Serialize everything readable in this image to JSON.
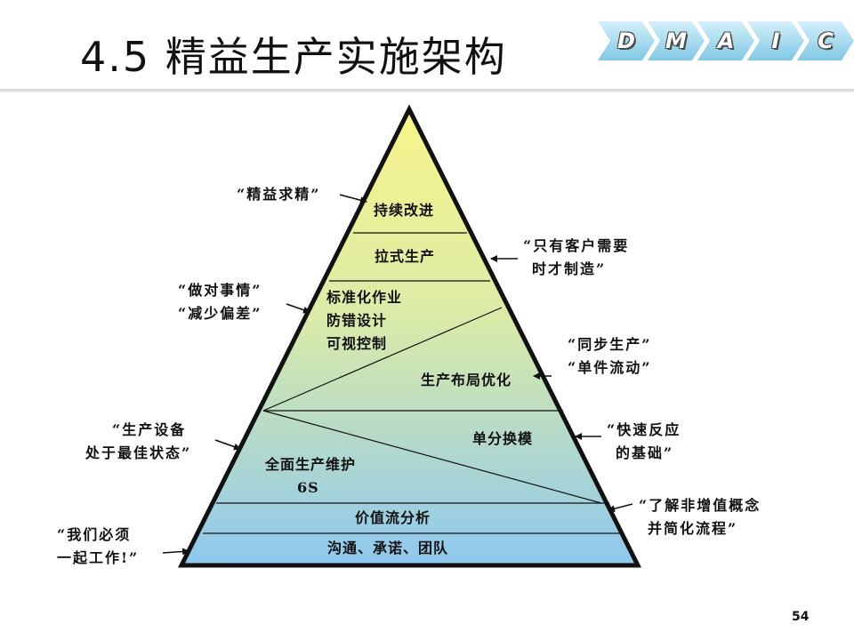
{
  "title": "4.5 精益生产实施架构",
  "dmaic": [
    "D",
    "M",
    "A",
    "I",
    "C"
  ],
  "pyramid_layers": {
    "continuous_improvement": "持续改进",
    "pull_production": "拉式生产",
    "standard_work": [
      "标准化作业",
      "防错设计",
      "可视控制"
    ],
    "layout_optimization": "生产布局优化",
    "smed": "单分换模",
    "tpm": [
      "全面生产维护",
      "6S"
    ],
    "value_stream": "价值流分析",
    "foundation": "沟通、承诺、团队"
  },
  "annotations": {
    "perfection": [
      "“精益求精”"
    ],
    "customer_demand": [
      "“只有客户需要",
      "时才制造”"
    ],
    "do_right": [
      "“做对事情”",
      "“减少偏差”"
    ],
    "flow": [
      "“同步生产”",
      "“单件流动”"
    ],
    "equipment": [
      "“生产设备",
      "处于最佳状态”"
    ],
    "quick_response": [
      "“快速反应",
      "的基础”"
    ],
    "non_value": [
      "“了解非增值概念",
      "并简化流程”"
    ],
    "together": [
      "“我们必须",
      "一起工作!”"
    ]
  },
  "page_number": "54",
  "colors": {
    "pyramid_top": "#f8f58a",
    "pyramid_mid": "#dbeba7",
    "pyramid_bottom": "#8ec8ee",
    "dmaic_fill": "#9fd6ec",
    "outline": "#111111"
  }
}
